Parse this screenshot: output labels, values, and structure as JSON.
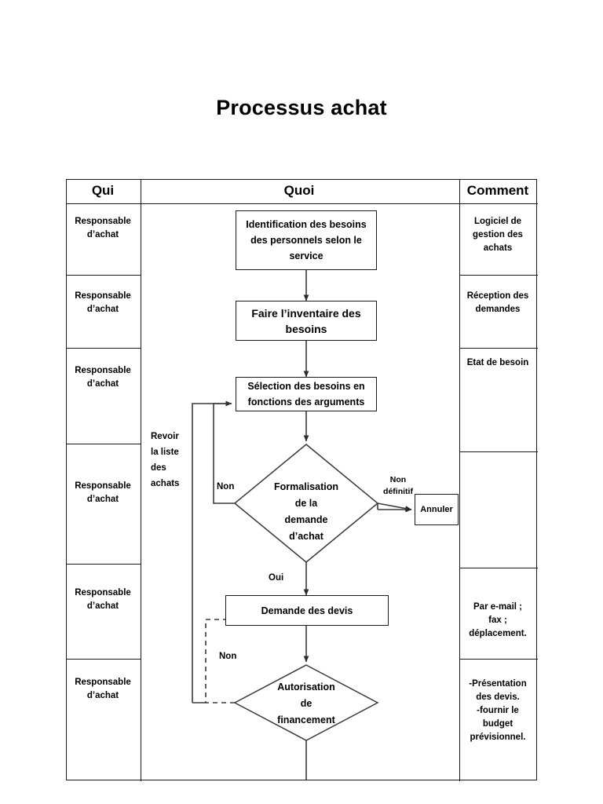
{
  "document": {
    "title": "Processus achat"
  },
  "table": {
    "headers": {
      "qui": "Qui",
      "quoi": "Quoi",
      "comment": "Comment"
    },
    "qui_rows": [
      "Responsable\nd’achat",
      "Responsable\nd’achat",
      "Responsable\nd’achat",
      "Responsable\nd’achat",
      "Responsable\nd’achat",
      "Responsable\nd’achat"
    ],
    "comment_rows": [
      "Logiciel de\ngestion des\nachats",
      "Réception des\ndemandes",
      "Etat de besoin",
      "",
      "Par e-mail ;\nfax ;\ndéplacement.",
      "-Présentation\ndes devis.\n-fournir le\nbudget\nprévisionnel."
    ]
  },
  "flow": {
    "nodes": [
      {
        "id": "identification",
        "label": "Identification des besoins\ndes personnels selon le\nservice",
        "shape": "rect"
      },
      {
        "id": "inventaire",
        "label": "Faire l’inventaire des\nbesoins",
        "shape": "rect"
      },
      {
        "id": "selection",
        "label": "Sélection des besoins en\nfonctions des arguments",
        "shape": "rect"
      },
      {
        "id": "formalisation",
        "label": "Formalisation\nde la\ndemande\nd’achat",
        "shape": "diamond"
      },
      {
        "id": "annuler",
        "label": "Annuler",
        "shape": "rect"
      },
      {
        "id": "demande-devis",
        "label": "Demande des devis",
        "shape": "rect"
      },
      {
        "id": "autorisation",
        "label": "Autorisation\nde\nfinancement",
        "shape": "diamond"
      }
    ],
    "edge_labels": {
      "non_formalisation": "Non",
      "non_definitif": "Non\ndéfinitif",
      "oui": "Oui",
      "non_autorisation": "Non",
      "revoir": "Revoir\nla liste\ndes\nachats"
    }
  },
  "colors": {
    "line": "#1a1a1a",
    "text": "#000000",
    "background": "#ffffff"
  }
}
